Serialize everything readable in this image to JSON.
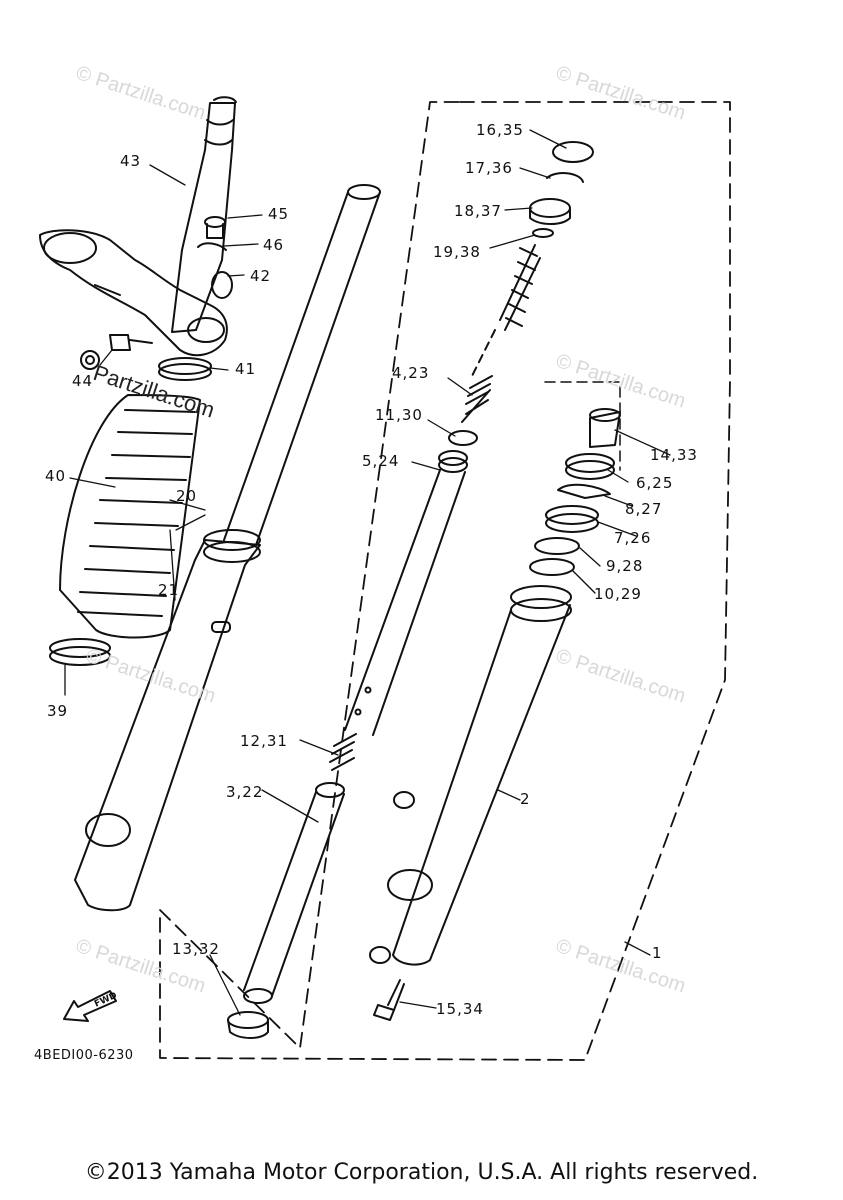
{
  "watermark": "Partzilla.com",
  "watermark_symbol": "©",
  "diagram_code": "4BEDI00-6230",
  "fwd_label": "FWD",
  "copyright": "©2013 Yamaha Motor Corporation, U.S.A. All rights reserved.",
  "callouts": {
    "c43": "43",
    "c45": "45",
    "c46": "46",
    "c42": "42",
    "c44": "44",
    "c41": "41",
    "c40": "40",
    "c20": "20",
    "c21": "21",
    "c39": "39",
    "c16_35": "16,35",
    "c17_36": "17,36",
    "c18_37": "18,37",
    "c19_38": "19,38",
    "c4_23": "4,23",
    "c11_30": "11,30",
    "c5_24": "5,24",
    "c14_33": "14,33",
    "c6_25": "6,25",
    "c8_27": "8,27",
    "c7_26": "7,26",
    "c9_28": "9,28",
    "c10_29": "10,29",
    "c12_31": "12,31",
    "c3_22": "3,22",
    "c2": "2",
    "c13_32": "13,32",
    "c15_34": "15,34",
    "c1": "1"
  }
}
